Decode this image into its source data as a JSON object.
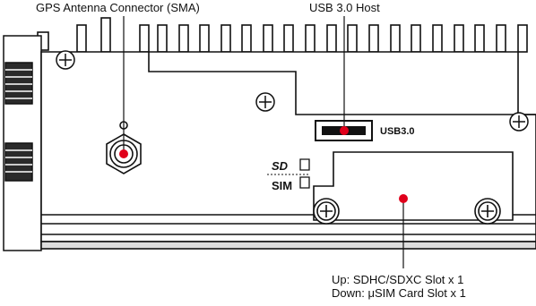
{
  "callouts": {
    "gps": "GPS Antenna Connector (SMA)",
    "usb": "USB 3.0 Host",
    "slot_up": "Up: SDHC/SDXC Slot x 1",
    "slot_down": "Down: μSIM Card Slot x 1"
  },
  "panel_labels": {
    "usb_port": "USB3.0",
    "sd_mark": "SD",
    "sim_mark": "SIM"
  },
  "colors": {
    "marker": "#e0001b",
    "line": "#111111",
    "panel": "#ffffff"
  },
  "icons": [
    "screw-icon",
    "sma-connector-icon",
    "antenna-connector-icon",
    "usb-port-icon",
    "sd-card-icon",
    "sim-card-icon"
  ]
}
